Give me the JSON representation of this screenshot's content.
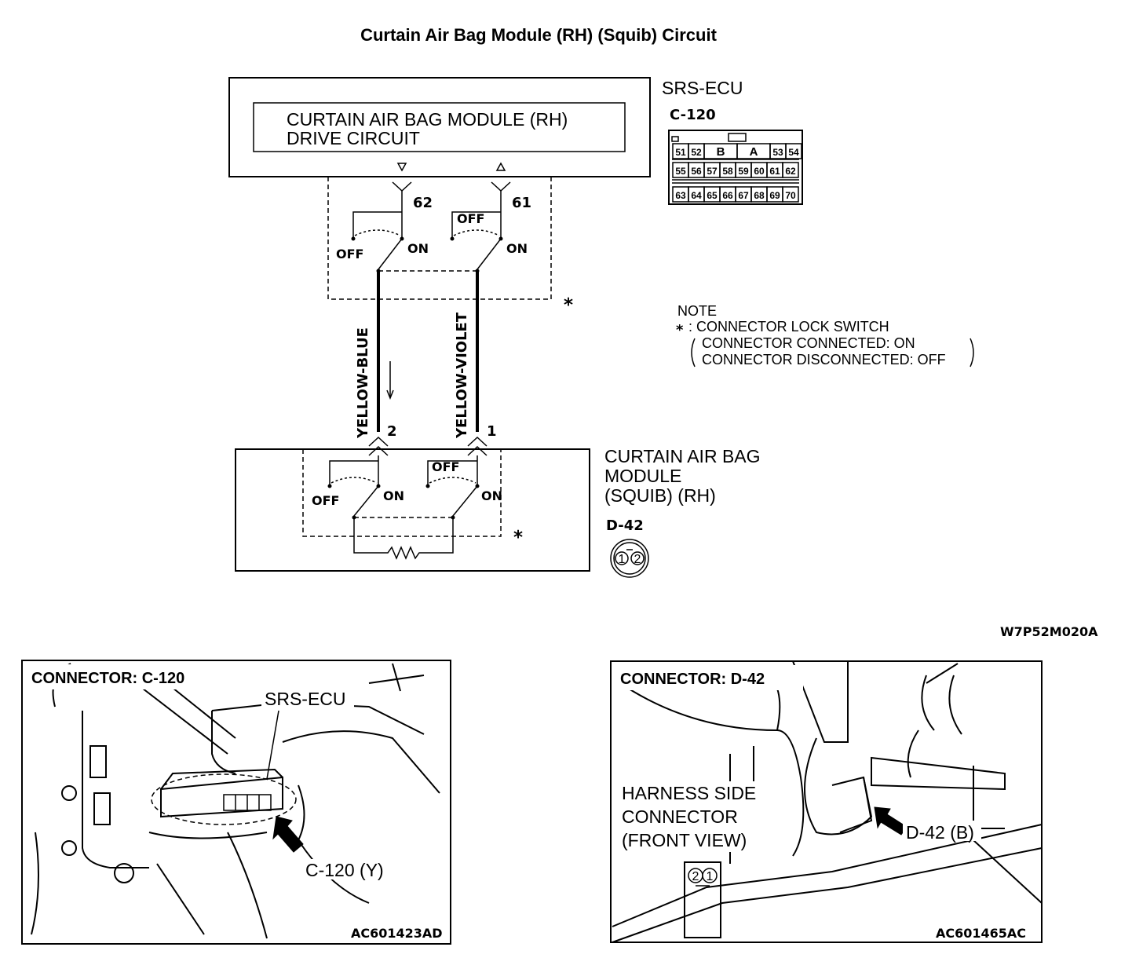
{
  "title": "Curtain Air Bag Module (RH) (Squib) Circuit",
  "ecu": {
    "name": "SRS-ECU",
    "connector": "C-120",
    "inner_box_line1": "CURTAIN AIR BAG MODULE (RH)",
    "inner_box_line2": "DRIVE CIRCUIT",
    "pins_row1": [
      "51",
      "52",
      "B",
      "A",
      "53",
      "54"
    ],
    "pins_row2": [
      "55",
      "56",
      "57",
      "58",
      "59",
      "60",
      "61",
      "62"
    ],
    "pins_row3": [
      "63",
      "64",
      "65",
      "66",
      "67",
      "68",
      "69",
      "70"
    ]
  },
  "terminals": {
    "left_top": "62",
    "right_top": "61",
    "left_bottom": "2",
    "right_bottom": "1"
  },
  "switch_labels": {
    "off": "OFF",
    "on": "ON"
  },
  "wires": {
    "left": "YELLOW-BLUE",
    "right": "YELLOW-VIOLET"
  },
  "asterisk": "*",
  "note": {
    "heading": "NOTE",
    "line1": ": CONNECTOR LOCK SWITCH",
    "line2": "CONNECTOR CONNECTED: ON",
    "line3": "CONNECTOR DISCONNECTED: OFF"
  },
  "module": {
    "line1": "CURTAIN AIR BAG",
    "line2": "MODULE",
    "line3": "(SQUIB) (RH)",
    "connector": "D-42",
    "pins": [
      "1",
      "2"
    ]
  },
  "diagram_code": "W7P52M020A",
  "photo_left": {
    "header": "CONNECTOR: C-120",
    "label_ecu": "SRS-ECU",
    "label_conn": "C-120 (Y)",
    "code": "AC601423AD"
  },
  "photo_right": {
    "header": "CONNECTOR: D-42",
    "label1": "HARNESS SIDE",
    "label2": "CONNECTOR",
    "label3": "(FRONT VIEW)",
    "label_conn": "D-42 (B)",
    "pins": [
      "2",
      "1"
    ],
    "code": "AC601465AC"
  }
}
